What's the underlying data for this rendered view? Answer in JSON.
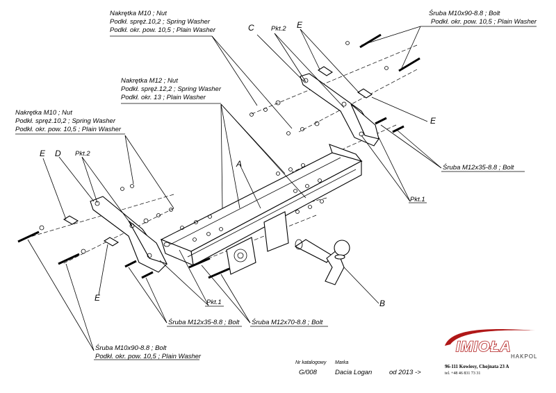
{
  "labels": {
    "nut_m10_top": [
      "Nakrętka  M10 ; Nut",
      "Podkł. spręż.10,2 ; Spring Washer",
      "Podkł. okr. pow. 10,5 ; Plain Washer"
    ],
    "nut_m12": [
      "Nakrętka  M12 ; Nut",
      "Podkł. spręż.12,2 ; Spring Washer",
      "Podkł. okr. 13 ; Plain Washer"
    ],
    "nut_m10_left": [
      "Nakrętka  M10 ; Nut",
      "Podkł. spręż.10,2 ; Spring Washer",
      "Podkł. okr. pow. 10,5 ; Plain Washer"
    ],
    "bolt_m10_top": [
      "Śruba M10x90-8.8 ;  Bolt",
      "Podkł. okr. pow. 10,5 ; Plain Washer"
    ],
    "bolt_m10_bottom": [
      "Śruba M10x90-8.8 ;  Bolt",
      "Podkł. okr. pow. 10,5 ; Plain Washer"
    ],
    "bolt_m12x35_right": "Śruba M12x35-8.8 ;  Bolt",
    "bolt_m12x35_bottom": "Śruba M12x35-8.8 ;  Bolt",
    "bolt_m12x70": "Śruba M12x70-8.8 ;  Bolt",
    "pkt1_right": "Pkt.1",
    "pkt1_bottom": "Pkt.1",
    "pkt2_top": "Pkt.2",
    "pkt2_left": "Pkt.2",
    "letter_c": "C",
    "letter_e_top": "E",
    "letter_e_right": "E",
    "letter_e_left": "E",
    "letter_e_bottom": "E",
    "letter_d": "D",
    "letter_a": "A",
    "letter_b": "B"
  },
  "footer": {
    "catalog_label": "Nr katalogowy",
    "catalog_value": "G/008",
    "brand_label": "Marka",
    "brand_value": "Dacia Logan",
    "year": "od 2013 ->"
  },
  "logo": {
    "name": "IMIOŁA",
    "sub": "HAKPOL",
    "address": "96-111 Kowiesy, Chojnata 23 A",
    "tel": "tel. +48 46 831 73 31",
    "accent": "#b01818"
  }
}
